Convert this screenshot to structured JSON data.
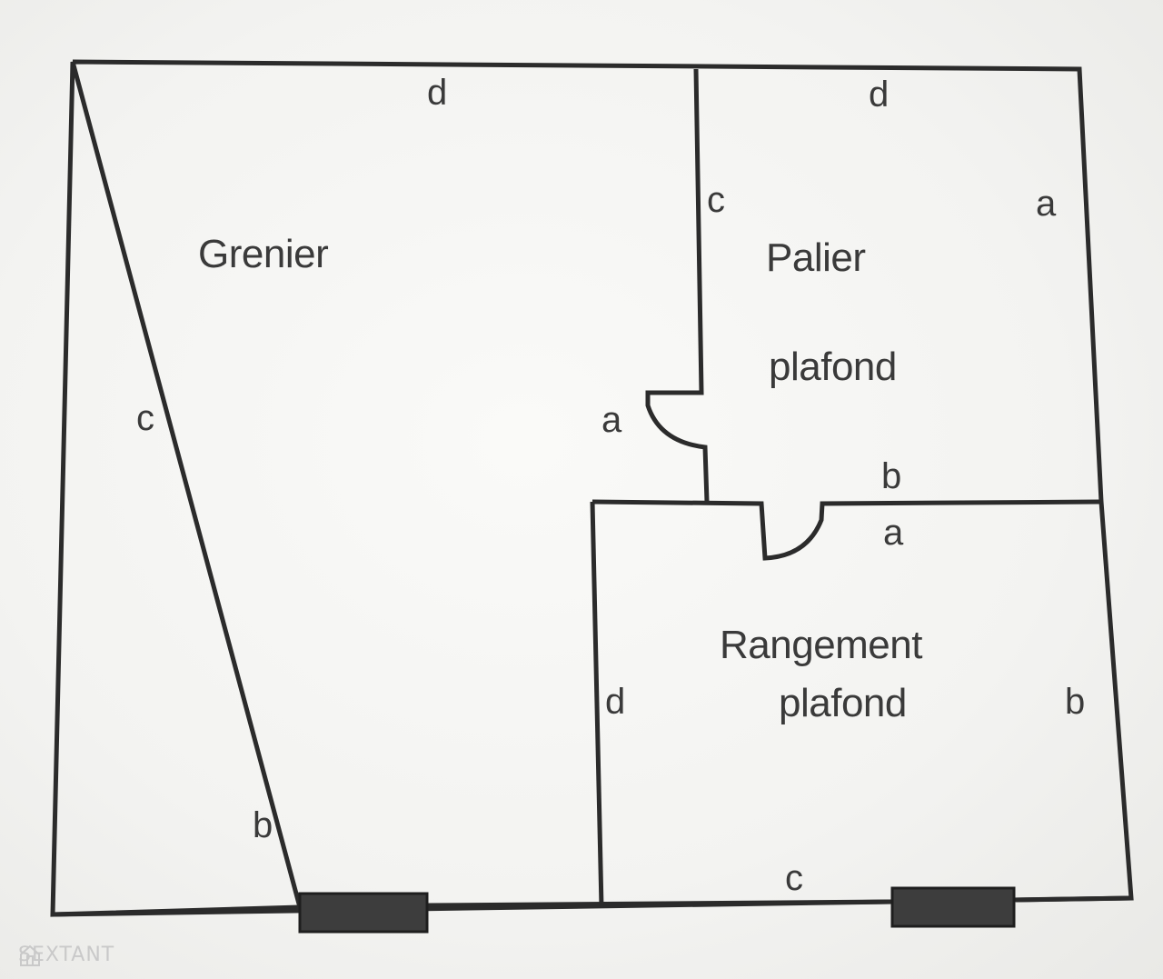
{
  "rooms": {
    "grenier": "Grenier",
    "palier": "Palier",
    "palier_sub": "plafond",
    "rangement": "Rangement",
    "rangement_sub": "plafond"
  },
  "walls": {
    "grenier_top": "d",
    "grenier_left": "c",
    "grenier_right": "a",
    "grenier_bottom": "b",
    "palier_top": "d",
    "palier_left": "c",
    "palier_right": "a",
    "palier_bottom": "b",
    "rangement_top": "a",
    "rangement_left": "d",
    "rangement_right": "b",
    "rangement_bottom": "c"
  },
  "watermark": {
    "text": "SEXTANT",
    "icon": "house-icon"
  },
  "colors": {
    "line": "#2b2b2b",
    "window": "#3d3d3d",
    "text": "#3a3a3a"
  }
}
